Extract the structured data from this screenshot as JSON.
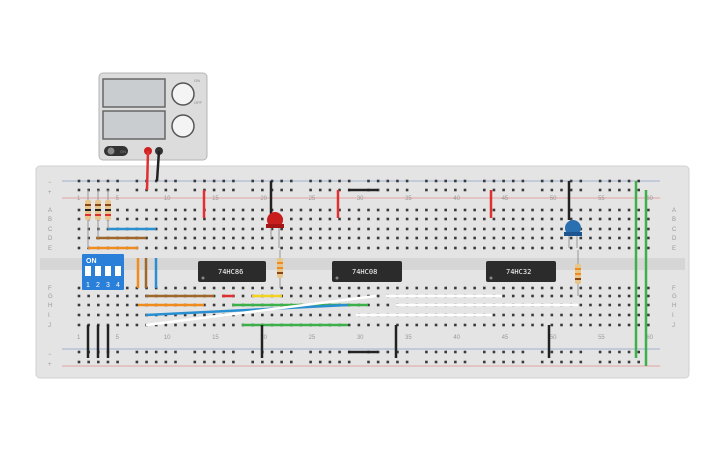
{
  "breadboard": {
    "row_letters": [
      "A",
      "B",
      "C",
      "D",
      "E",
      "F",
      "G",
      "H",
      "I",
      "J"
    ],
    "column_numbers": [
      "1",
      "5",
      "10",
      "15",
      "20",
      "25",
      "30",
      "35",
      "40",
      "45",
      "50",
      "55",
      "60"
    ],
    "rail_signs": {
      "minus": "−",
      "plus": "+"
    },
    "colors": {
      "board": "#e4e4e4",
      "hole": "#3a3a3a",
      "rail_red": "#e06060",
      "rail_blue": "#6080c0"
    }
  },
  "chips": [
    {
      "label": "74HC86"
    },
    {
      "label": "74HC08"
    },
    {
      "label": "74HC32"
    }
  ],
  "dip_switch": {
    "state_label": "ON",
    "switch_labels": [
      "1",
      "2",
      "3",
      "4"
    ],
    "color": "#2a7fd8"
  },
  "leds": [
    {
      "color": "#c81e1e",
      "name": "red-led"
    },
    {
      "color": "#2a6fb0",
      "name": "blue-led"
    }
  ],
  "power_supply": {
    "knob_labels": [
      "ON",
      "OFF"
    ],
    "switch_label": "ON"
  },
  "wire_colors": {
    "red": "#e03030",
    "black": "#222222",
    "orange": "#f08c1e",
    "blue": "#2a8fd0",
    "green": "#3cb04a",
    "yellow": "#f2d21e",
    "white": "#ffffff",
    "brown": "#a0672a"
  }
}
